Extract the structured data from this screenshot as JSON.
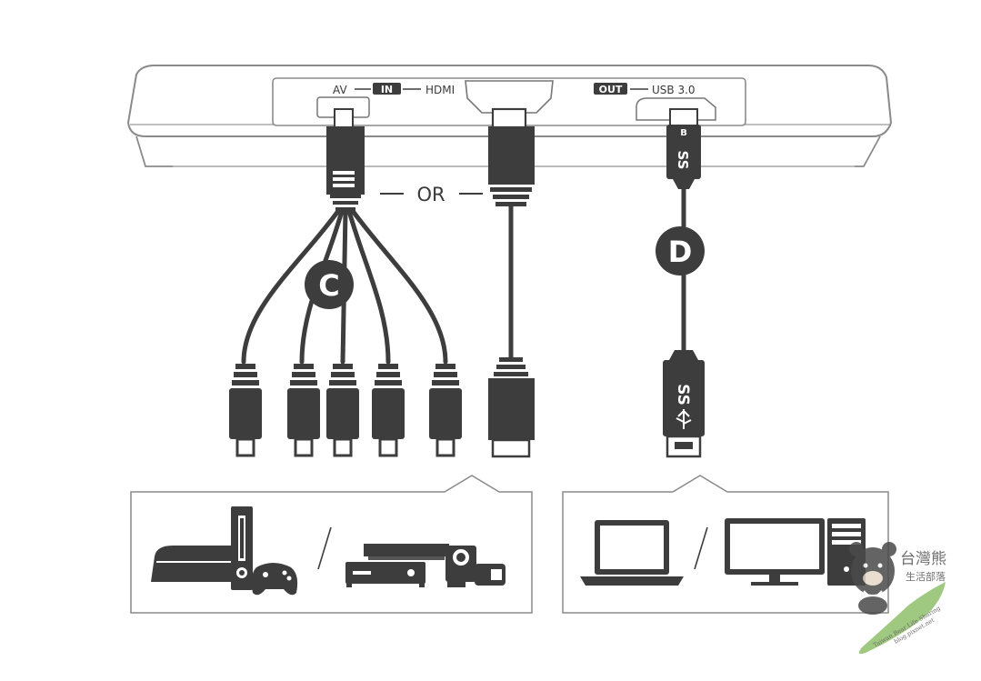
{
  "device_panel": {
    "input_group": {
      "av_label": "AV",
      "in_badge": "IN",
      "hdmi_label": "HDMI"
    },
    "output_group": {
      "out_badge": "OUT",
      "usb_label": "USB 3.0",
      "port_b_label": "B"
    }
  },
  "cables": {
    "or_label": "OR",
    "av_cable_marker": "C",
    "usb_cable_marker": "D",
    "usb_logo_text": "SS"
  },
  "watermark": {
    "title": "台灣熊",
    "subtitle": "生活部落",
    "tagline_1": "Taiwan Bear Life Sharing",
    "tagline_2": "blog.pixnet.net"
  },
  "colors": {
    "ink": "#3d3d3d",
    "outline": "#8a8a8a",
    "background": "#ffffff",
    "watermark_green": "#8fbf6a"
  }
}
